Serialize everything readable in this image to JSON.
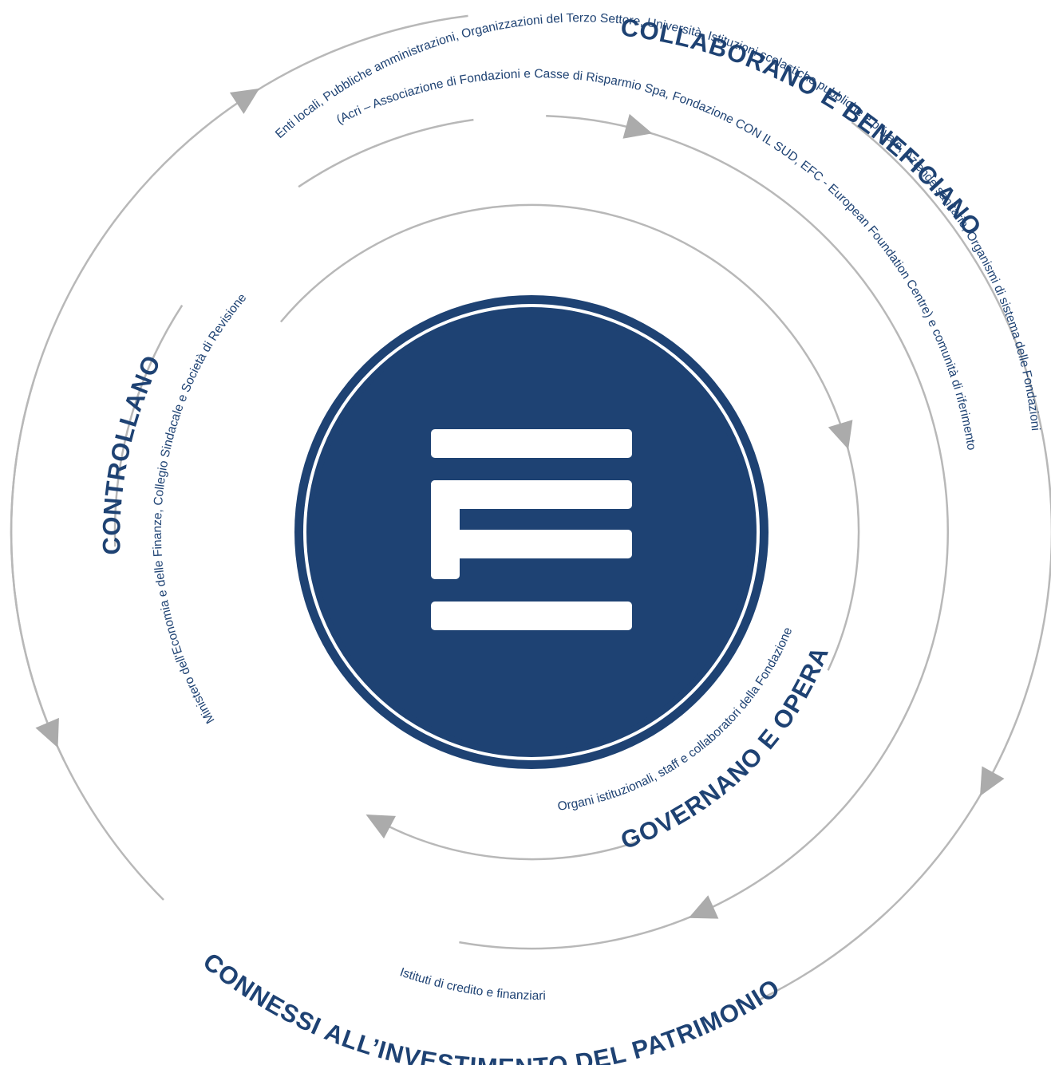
{
  "colors": {
    "brand": "#1e4273",
    "ring": "#b8b8b8",
    "arrow": "#ababab",
    "logo_mark": "#ffffff"
  },
  "logo": {
    "icon": "stacked-bars-logo-icon"
  },
  "groups": {
    "collaborano": {
      "heading": "COLLABORANO E BENEFICIANO",
      "line1": "Enti locali, Pubbliche amministrazioni, Organizzazioni del Terzo Settore, Università, Istituzioni scolastiche pubbliche e private, Aziende sanitarie, Organismi di sistema delle Fondazioni",
      "line2": "(Acri – Associazione di Fondazioni e Casse di Risparmio Spa, Fondazione CON IL SUD, EFC - European Foundation Centre) e comunità di riferimento"
    },
    "controllano": {
      "heading": "CONTROLLANO",
      "note": "Ministero dell'Economia e delle Finanze, Collegio Sindacale e Società di Revisione"
    },
    "governano": {
      "heading": "GOVERNANO E OPERANO",
      "note": "Organi istituzionali, staff e collaboratori della Fondazione"
    },
    "connessi": {
      "heading": "CONNESSI ALL’INVESTIMENTO DEL PATRIMONIO",
      "note": "Istituti di credito e finanziari"
    }
  }
}
